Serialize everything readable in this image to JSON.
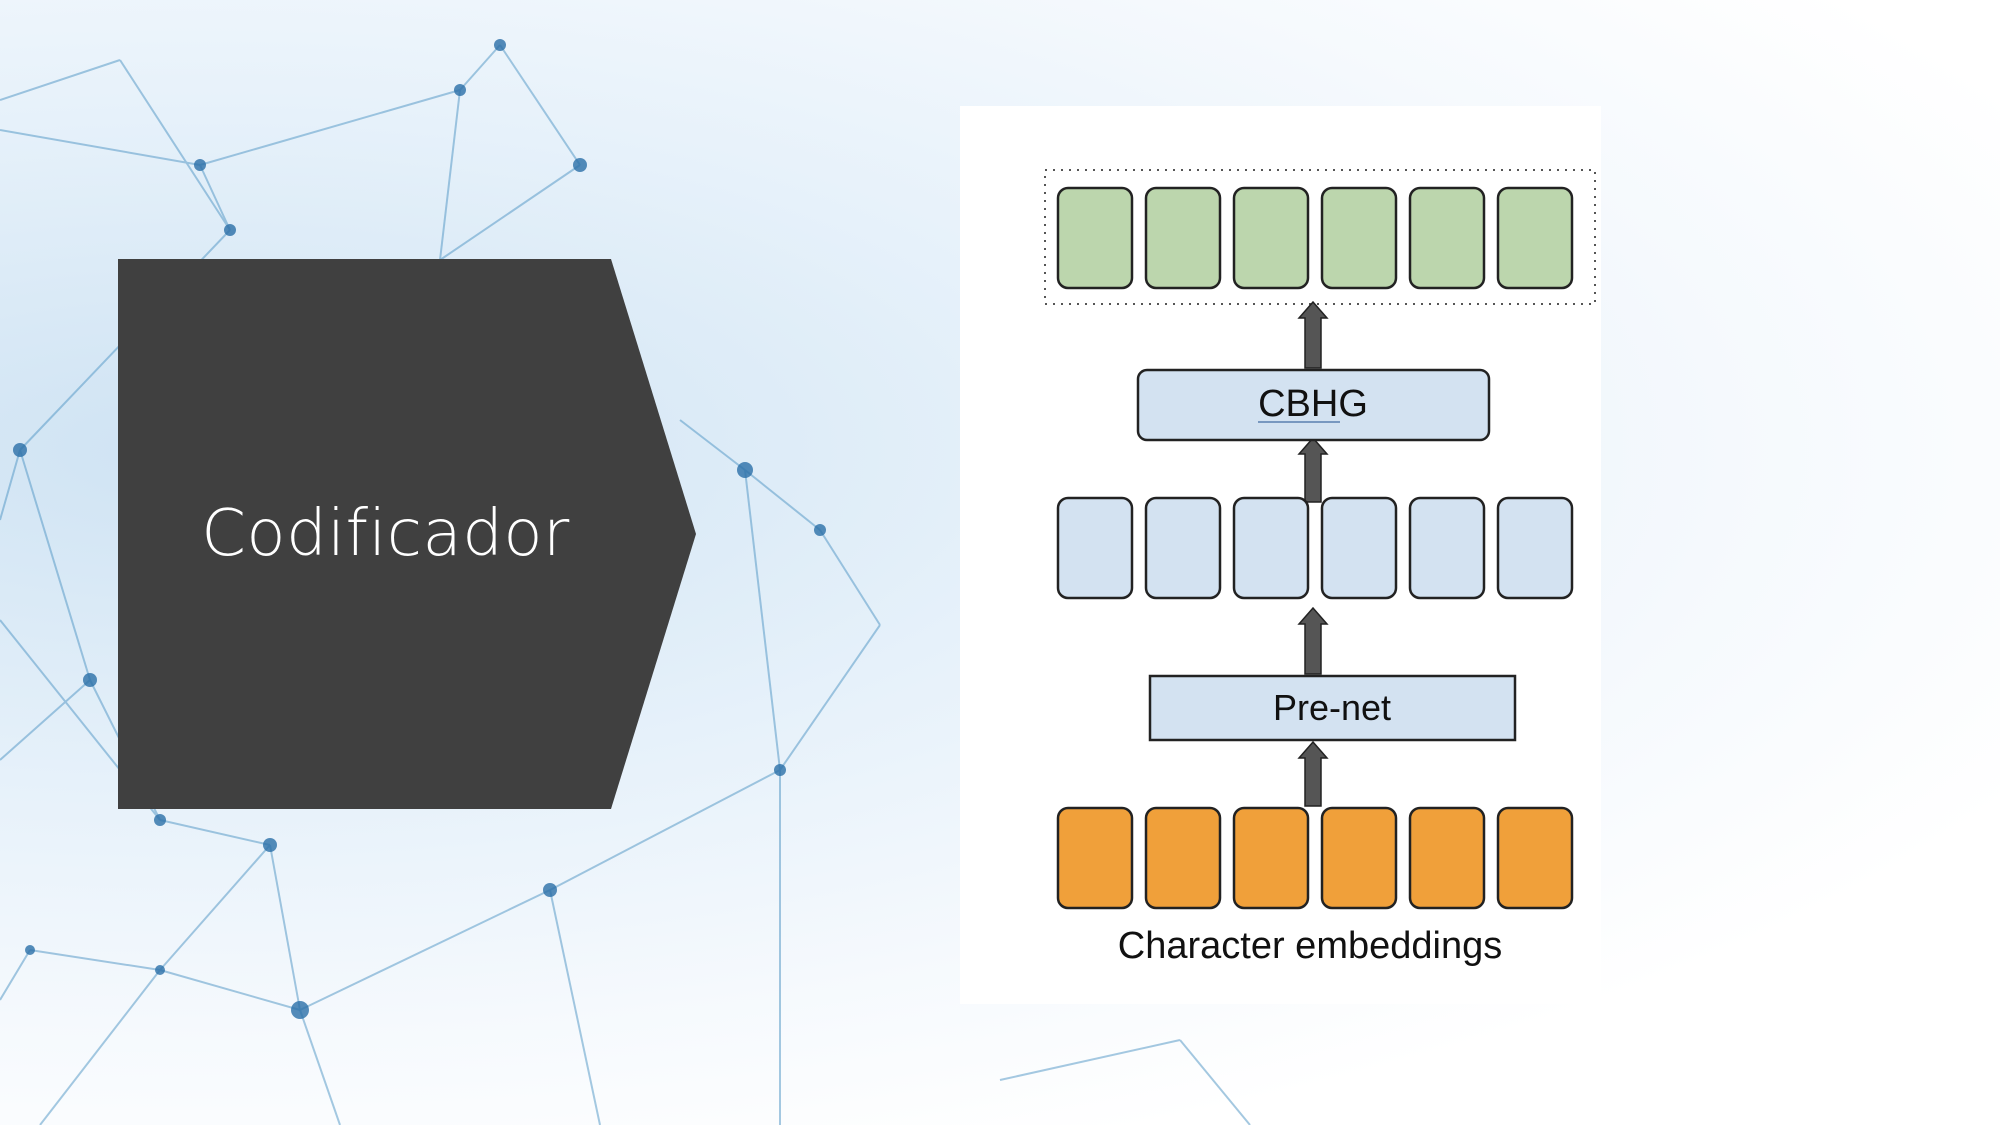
{
  "slide": {
    "title": "Codificador"
  },
  "diagram": {
    "top_row": {
      "count": 6,
      "color": "#bcd6ad"
    },
    "cbhg": {
      "label": "CBHG",
      "color": "#d3e2f1"
    },
    "middle_row": {
      "count": 6,
      "color": "#d3e2f1"
    },
    "prenet": {
      "label": "Pre-net",
      "color": "#d3e2f1"
    },
    "bottom_row": {
      "count": 6,
      "color": "#f0a03a"
    },
    "caption": "Character embeddings"
  },
  "colors": {
    "title_shape": "#404040",
    "network_lines": "#3f86b8",
    "arrow": "#555555"
  }
}
